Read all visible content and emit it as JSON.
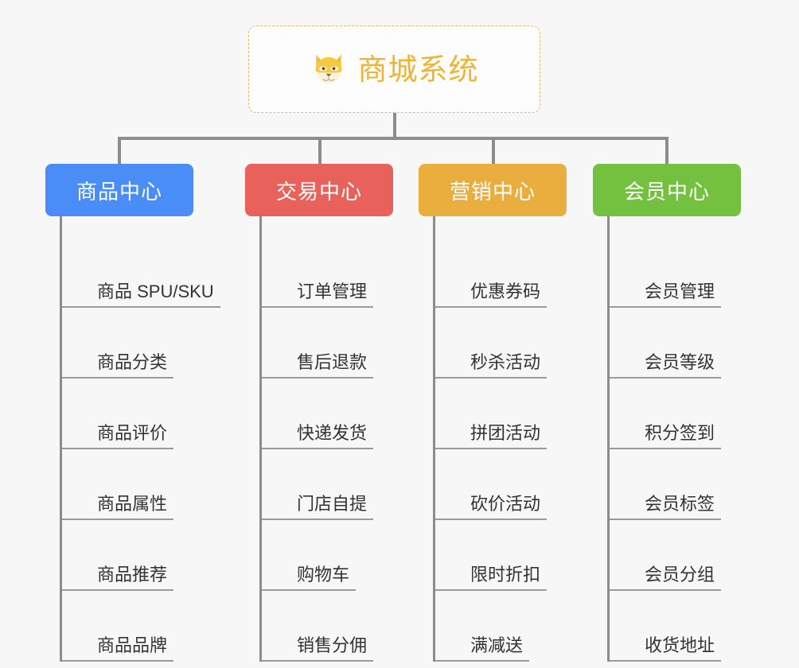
{
  "root": {
    "title": "商城系统",
    "icon": "shiba-dog-icon",
    "accent_color": "#f0b434",
    "border_color": "#e8b963"
  },
  "connector_color": "#8c8c8c",
  "background_color": "#f7f7f7",
  "columns": [
    {
      "header": "商品中心",
      "color": "#4a8df6",
      "items": [
        "商品 SPU/SKU",
        "商品分类",
        "商品评价",
        "商品属性",
        "商品推荐",
        "商品品牌"
      ]
    },
    {
      "header": "交易中心",
      "color": "#e8625b",
      "items": [
        "订单管理",
        "售后退款",
        "快递发货",
        "门店自提",
        "购物车",
        "销售分佣"
      ]
    },
    {
      "header": "营销中心",
      "color": "#e9ae3d",
      "items": [
        "优惠券码",
        "秒杀活动",
        "拼团活动",
        "砍价活动",
        "限时折扣",
        "满减送"
      ]
    },
    {
      "header": "会员中心",
      "color": "#73c13e",
      "items": [
        "会员管理",
        "会员等级",
        "积分签到",
        "会员标签",
        "会员分组",
        "收货地址"
      ]
    }
  ]
}
